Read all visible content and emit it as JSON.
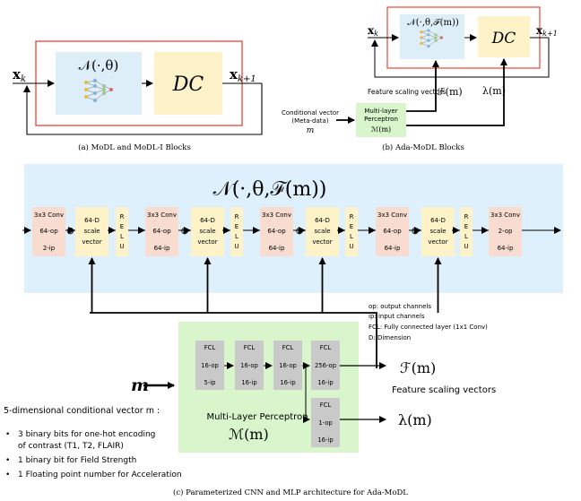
{
  "panel_a": {
    "input_label": "x_k",
    "network_label": "𝒩(·,θ)",
    "dc_label": "DC",
    "output_label": "x_{k+1}",
    "caption": "(a) MoDL and MoDL-I Blocks"
  },
  "panel_b": {
    "input_label": "x_k",
    "network_label": "𝒩(·,θ,ℱ(m))",
    "dc_label": "DC",
    "output_label": "x_{k+1}",
    "feature_vectors_text": "Feature scaling vectors",
    "fm_label": "ℱ(m)",
    "lambda_label": "λ(m)",
    "cond_vector_line1": "Conditional vector",
    "cond_vector_line2": "(Meta-data)",
    "cond_m": "m",
    "mlp_line1": "Multi-layer",
    "mlp_line2": "Perceptron",
    "mlp_math": "ℳ(m)",
    "caption": "(b) Ada-MoDL Blocks"
  },
  "panel_c": {
    "cnn_title": "𝒩(·,θ,ℱ(m))",
    "conv_blocks": [
      {
        "title": "3x3 Conv",
        "op": "64-op",
        "ip": "2-ip"
      },
      {
        "title": "3x3 Conv",
        "op": "64-op",
        "ip": "64-ip"
      },
      {
        "title": "3x3 Conv",
        "op": "64-op",
        "ip": "64-ip"
      },
      {
        "title": "3x3 Conv",
        "op": "64-op",
        "ip": "64-ip"
      },
      {
        "title": "3x3 Conv",
        "op": "2-op",
        "ip": "64-ip"
      }
    ],
    "scale_blocks": [
      {
        "l1": "64-D",
        "l2": "scale",
        "l3": "vector"
      },
      {
        "l1": "64-D",
        "l2": "scale",
        "l3": "vector"
      },
      {
        "l1": "64-D",
        "l2": "scale",
        "l3": "vector"
      },
      {
        "l1": "64-D",
        "l2": "scale",
        "l3": "vector"
      }
    ],
    "relu_letters": [
      "R",
      "E",
      "L",
      "U"
    ],
    "multiply_symbol": "⊗",
    "legend": [
      "op: output channels",
      "ip: input channels",
      "FCL: Fully connected layer (1x1 Conv)",
      "D: Dimension"
    ],
    "fcl_blocks": [
      {
        "title": "FCL",
        "op": "16-op",
        "ip": "5-ip"
      },
      {
        "title": "FCL",
        "op": "16-op",
        "ip": "16-ip"
      },
      {
        "title": "FCL",
        "op": "16-op",
        "ip": "16-ip"
      },
      {
        "title": "FCL",
        "op": "256-op",
        "ip": "16-ip"
      },
      {
        "title": "FCL",
        "op": "1-op",
        "ip": "16-ip"
      }
    ],
    "m_label": "m",
    "mlp_title": "Multi-Layer Perceptron",
    "mlp_math": "ℳ(m)",
    "fm_label": "ℱ(m)",
    "feature_vectors_text": "Feature scaling vectors",
    "lambda_label": "λ(m)",
    "cond_heading": "5-dimensional conditional vector m :",
    "bullets": [
      "3 binary bits for one-hot encoding",
      "of contrast (T1, T2, FLAIR)",
      "1 binary bit for Field Strength",
      "1 Floating point number for Acceleration"
    ],
    "caption": "(c) Parameterized CNN and MLP architecture for Ada-MoDL"
  },
  "colors": {
    "red_frame": "#e8463a",
    "net_bg": "#ddeef8",
    "dc_bg": "#fdf2c8",
    "conv_bg": "#f8dcd0",
    "scale_bg": "#fdf2c8",
    "relu_bg": "#fdf2c8",
    "mlp_bg": "#d8f5cc",
    "fcl_bg": "#c9c9c9",
    "cnn_bg": "#def0fb"
  }
}
